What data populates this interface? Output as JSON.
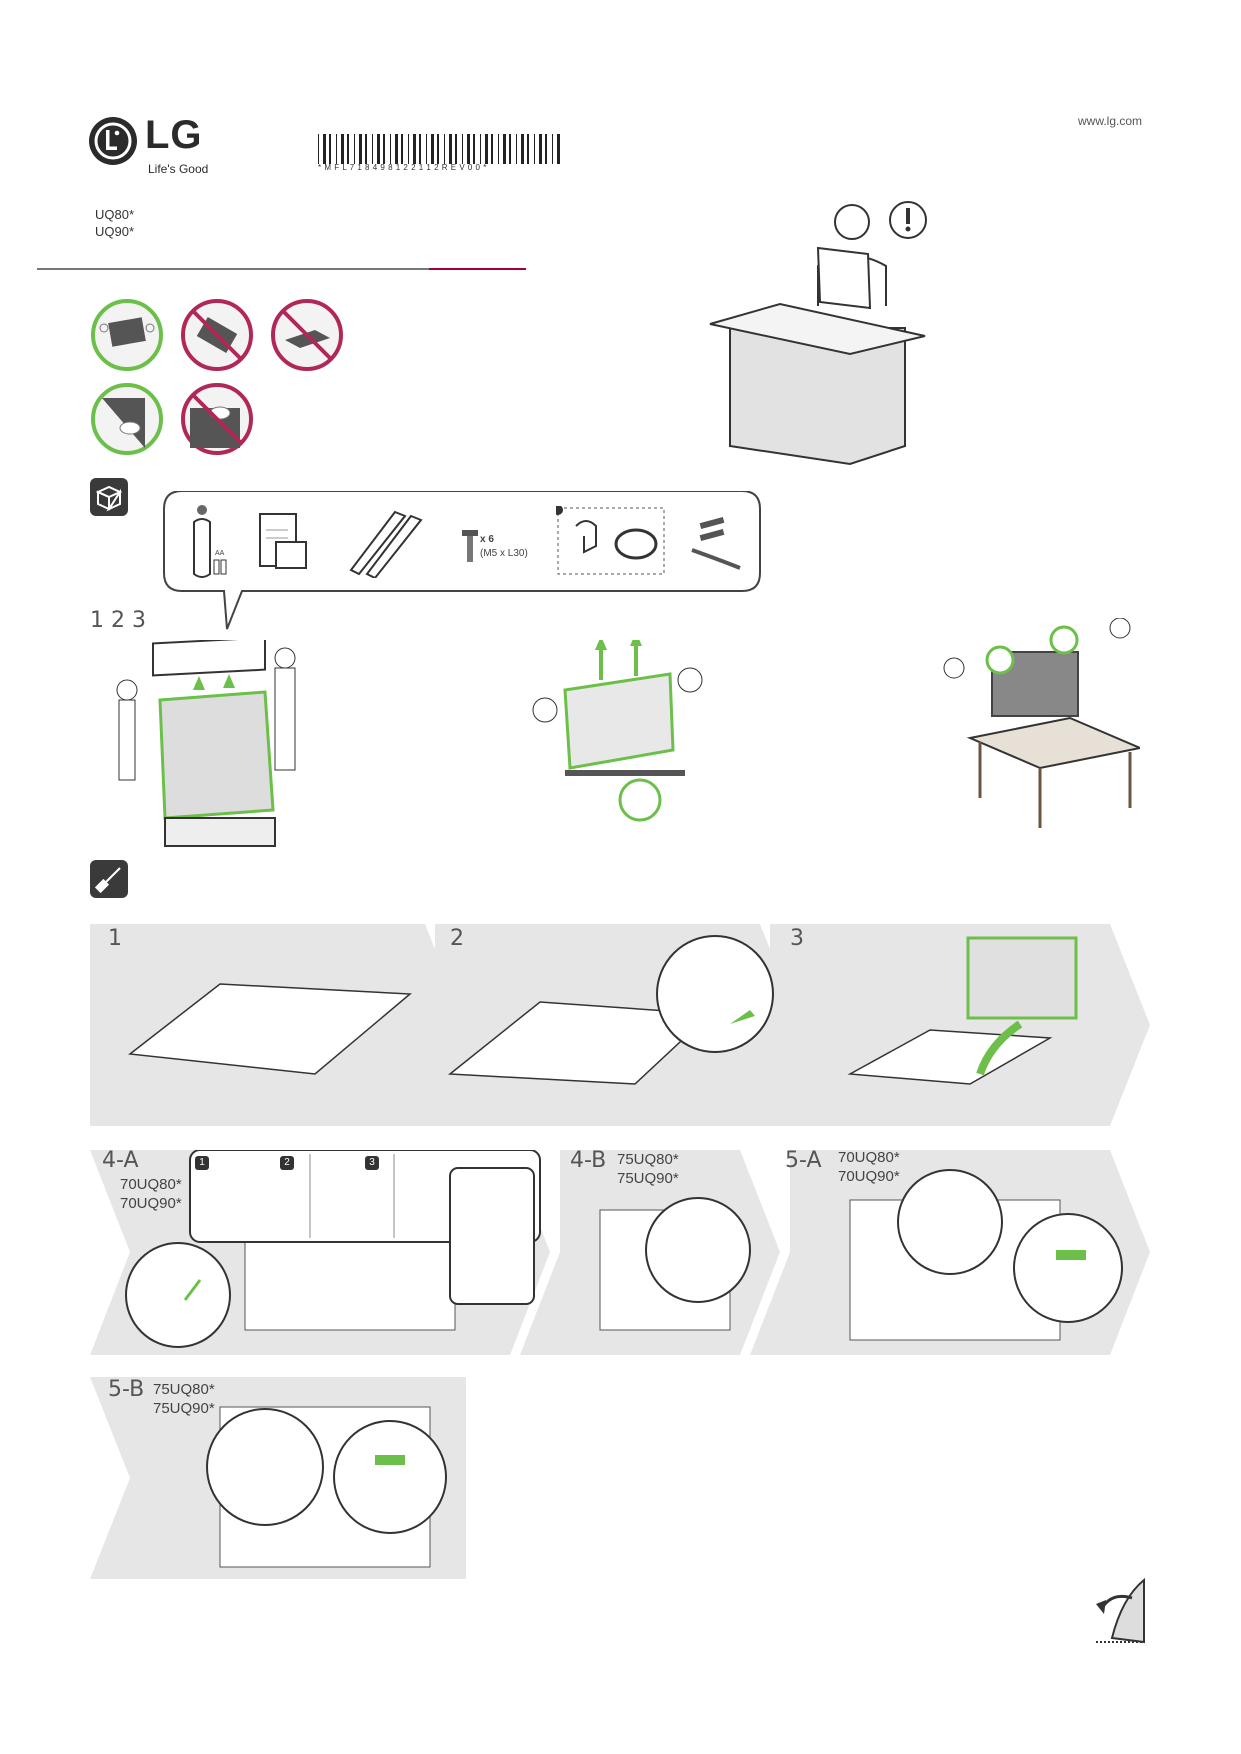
{
  "header": {
    "brand": "LG",
    "tagline": "Life's Good",
    "barcode_text": "* M F L 7 1 8 4 9 8 1 2 2 1 1 2 R E V 0 0 *",
    "website": "www.lg.com",
    "models": [
      "UQ80*",
      "UQ90*"
    ]
  },
  "accessories": {
    "batteries_label": "AA",
    "screws_count": "x 6",
    "screws_spec": "(M5 x L30)"
  },
  "unpack": {
    "steps_label": "1 2 3"
  },
  "assembly": {
    "row1": [
      {
        "step": "1"
      },
      {
        "step": "2"
      },
      {
        "step": "3"
      }
    ],
    "row2": [
      {
        "step": "4-A",
        "models": [
          "70UQ80*",
          "70UQ90*"
        ],
        "sub_steps": [
          "1",
          "2",
          "3"
        ]
      },
      {
        "step": "4-B",
        "models": [
          "75UQ80*",
          "75UQ90*"
        ]
      },
      {
        "step": "5-A",
        "models": [
          "70UQ80*",
          "70UQ90*"
        ]
      }
    ],
    "row3": [
      {
        "step": "5-B",
        "models": [
          "75UQ80*",
          "75UQ90*"
        ]
      }
    ]
  },
  "colors": {
    "brand_red": "#a50034",
    "ok_green": "#6cc04a",
    "no_red": "#b0285a",
    "panel_gray": "#e6e6e6",
    "icon_dark": "#3a3a3a"
  }
}
